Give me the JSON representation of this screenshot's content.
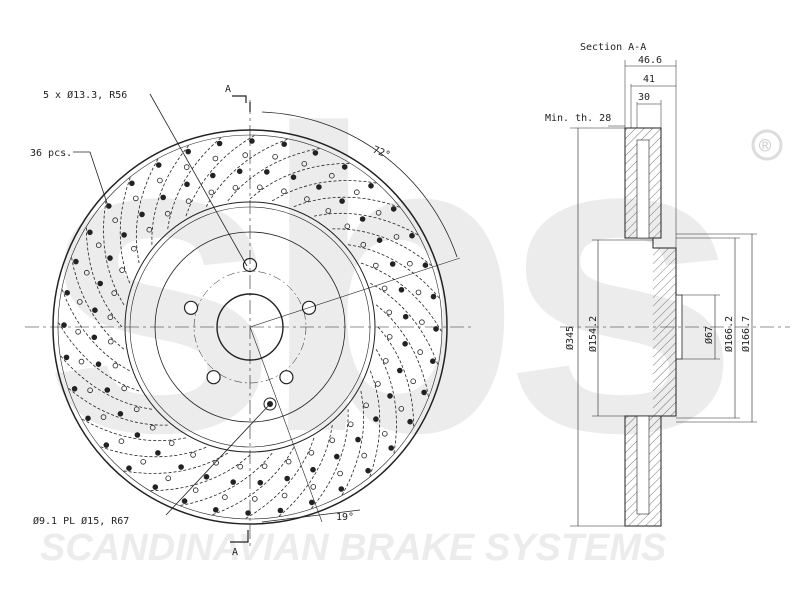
{
  "labels": {
    "holes_spec": "5 x Ø13.3, R56",
    "section_marker_top": "A",
    "section_marker_bottom": "A",
    "count": "36 pcs.",
    "angle_72": "72°",
    "angle_19": "19°",
    "pl_spec": "Ø9.1 PL Ø15, R67"
  },
  "section": {
    "title": "Section A-A",
    "dim_46_6": "46.6",
    "dim_41": "41",
    "dim_30": "30",
    "min_th": "Min. th. 28",
    "d345": "Ø345",
    "d154_2": "Ø154.2",
    "d67": "Ø67",
    "d166_2": "Ø166.2",
    "d166_7": "Ø166.7"
  },
  "watermark": {
    "brand": "sbs",
    "registered": "®",
    "footer": "SCANDINAVIAN BRAKE SYSTEMS"
  },
  "colors": {
    "line": "#222222",
    "watermark": "#ececec"
  }
}
